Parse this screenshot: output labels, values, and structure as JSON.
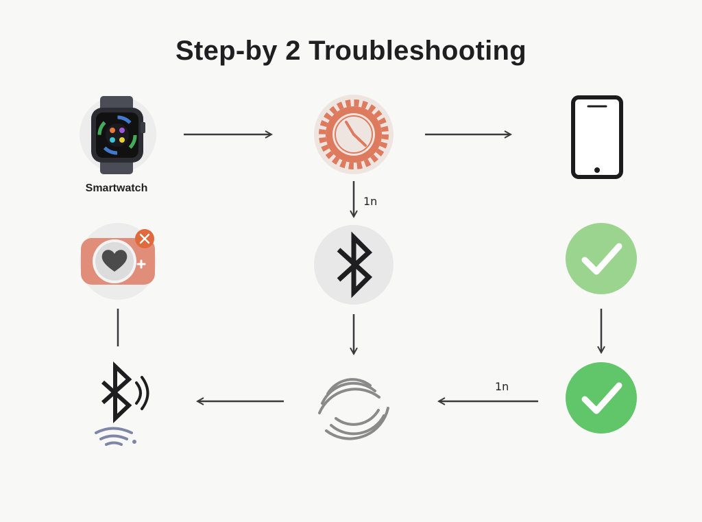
{
  "title": "Step-by 2 Troubleshooting",
  "smartwatch_label": "Smartwatch",
  "arrow_notes": [
    "1n",
    "1n"
  ],
  "colors": {
    "gear": "#de7a5e",
    "heart_app": "#e08d7a",
    "check_light": "#9bd48e",
    "check_bright": "#61c56a",
    "arrow": "#3a3a3c",
    "bluetooth_waves": "#7e86a8"
  },
  "icons": [
    "smartwatch-icon",
    "gear-clock-icon",
    "smartphone-icon",
    "heart-app-icon",
    "bluetooth-icon",
    "check-light-icon",
    "bluetooth-waves-icon",
    "sync-icon",
    "check-bright-icon"
  ]
}
